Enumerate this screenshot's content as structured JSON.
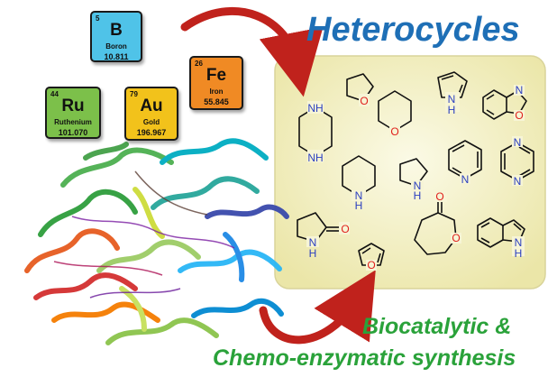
{
  "title": "Heterocycles",
  "caption": {
    "line1": "Biocatalytic &",
    "line2": "Chemo-enzymatic synthesis"
  },
  "elements": [
    {
      "number": "5",
      "symbol": "B",
      "name": "Boron",
      "weight": "10.811",
      "color": "#4fc3e8"
    },
    {
      "number": "44",
      "symbol": "Ru",
      "name": "Ruthenium",
      "weight": "101.070",
      "color": "#7cc04a"
    },
    {
      "number": "79",
      "symbol": "Au",
      "name": "Gold",
      "weight": "196.967",
      "color": "#f2c21b"
    },
    {
      "number": "26",
      "symbol": "Fe",
      "name": "Iron",
      "weight": "55.845",
      "color": "#f08a24"
    }
  ],
  "atom_labels": {
    "N": "N",
    "NH": "NH",
    "H": "H",
    "O": "O"
  },
  "colors": {
    "panel": "#f3f0c0",
    "title": "#1e6fb6",
    "caption": "#2aa23a",
    "arrow": "#c0221c",
    "nitrogen": "#2b3fc0",
    "oxygen": "#e0201c"
  },
  "structures": [
    "piperazine",
    "tetrahydrofuran",
    "tetrahydropyran",
    "pyrrole",
    "benzoxazole",
    "piperidine",
    "pyrrolidine",
    "pyridine",
    "pyrazine",
    "pyrrolidinone",
    "furan",
    "caprolactone",
    "indole"
  ],
  "protein_image": "enzyme-ribbon-structure"
}
